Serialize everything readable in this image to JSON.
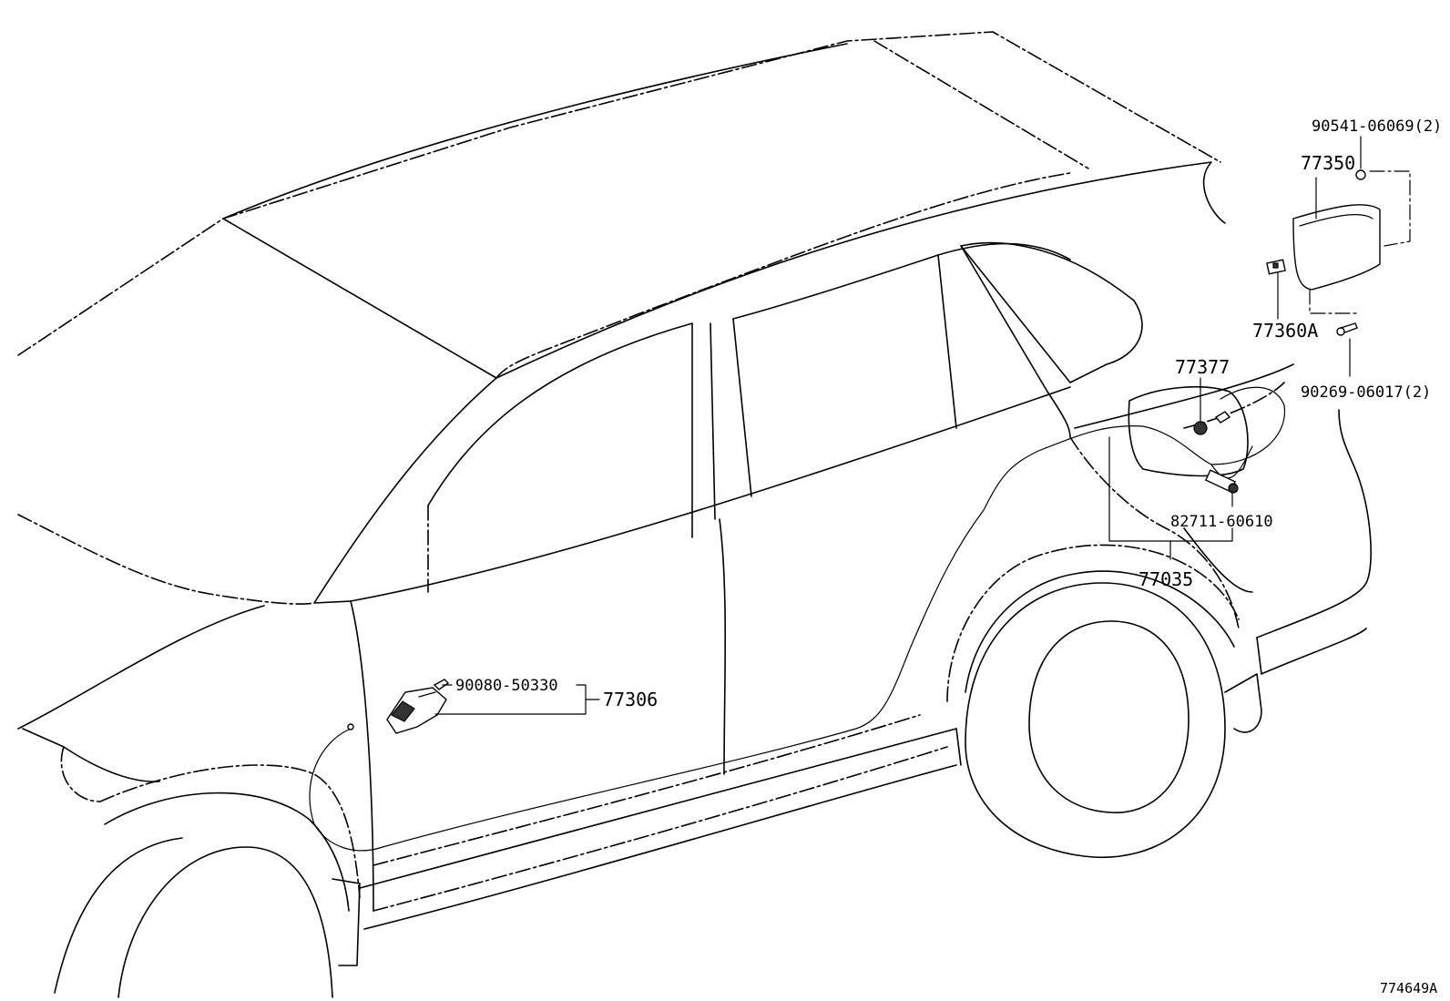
{
  "diagram_code": "774649A",
  "parts": [
    {
      "id": "p-90541",
      "label": "90541-06069(2)"
    },
    {
      "id": "p-77350",
      "label": "77350"
    },
    {
      "id": "p-77360A",
      "label": "77360A"
    },
    {
      "id": "p-90269",
      "label": "90269-06017(2)"
    },
    {
      "id": "p-77377",
      "label": "77377"
    },
    {
      "id": "p-82711",
      "label": "82711-60610"
    },
    {
      "id": "p-77035",
      "label": "77035"
    },
    {
      "id": "p-90080",
      "label": "90080-50330"
    },
    {
      "id": "p-77306",
      "label": "77306"
    }
  ]
}
